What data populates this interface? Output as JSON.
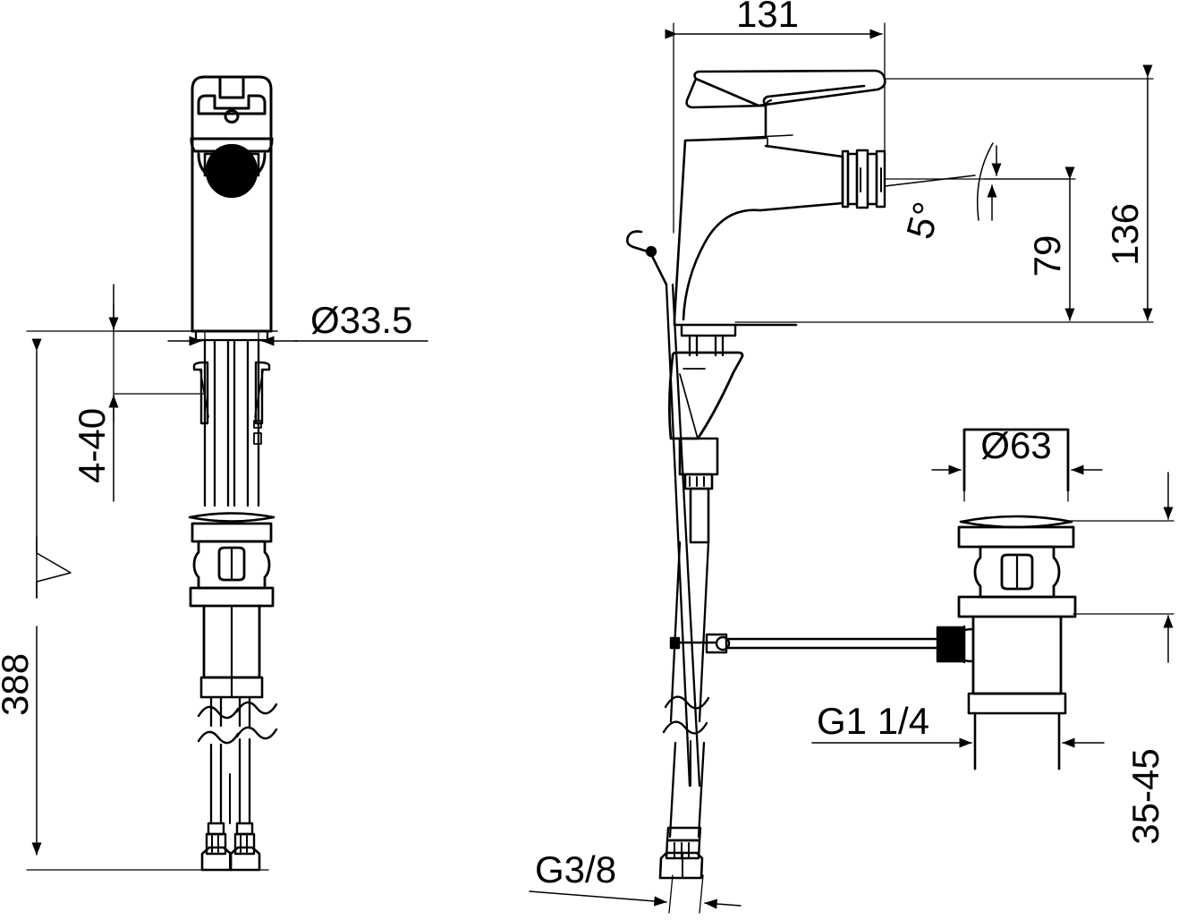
{
  "drawing": {
    "title": "Bidet mixer tap — dimensioned technical drawing",
    "units": "mm",
    "line_color": "#000000",
    "background_color": "#ffffff",
    "views": [
      {
        "name": "front-elevation-with-connection-hoses",
        "position": "left"
      },
      {
        "name": "side-elevation-spout",
        "position": "top-right"
      },
      {
        "name": "pop-up-waste-assembly",
        "position": "bottom-right"
      }
    ]
  },
  "dimensions": {
    "diameter_shank": "Ø33.5",
    "mounting_thickness": "4-40",
    "total_hose_length": "388",
    "spout_reach": "131",
    "total_height": "136",
    "spout_height": "79",
    "outlet_angle": "5°",
    "waste_flange_diameter": "Ø63",
    "waste_basin_thickness": "35-45",
    "waste_thread": "G1  1/4",
    "supply_thread": "G3/8"
  },
  "labels": {
    "d335": "Ø33.5",
    "four_forty": "4-40",
    "three_eighty_eight": "388",
    "one_thirty_one": "131",
    "one_thirty_six": "136",
    "seventy_nine": "79",
    "five_deg": "5°",
    "d63": "Ø63",
    "thirty_five_forty_five": "35-45",
    "g1_quarter": "G1  1/4",
    "g38": "G3/8"
  }
}
